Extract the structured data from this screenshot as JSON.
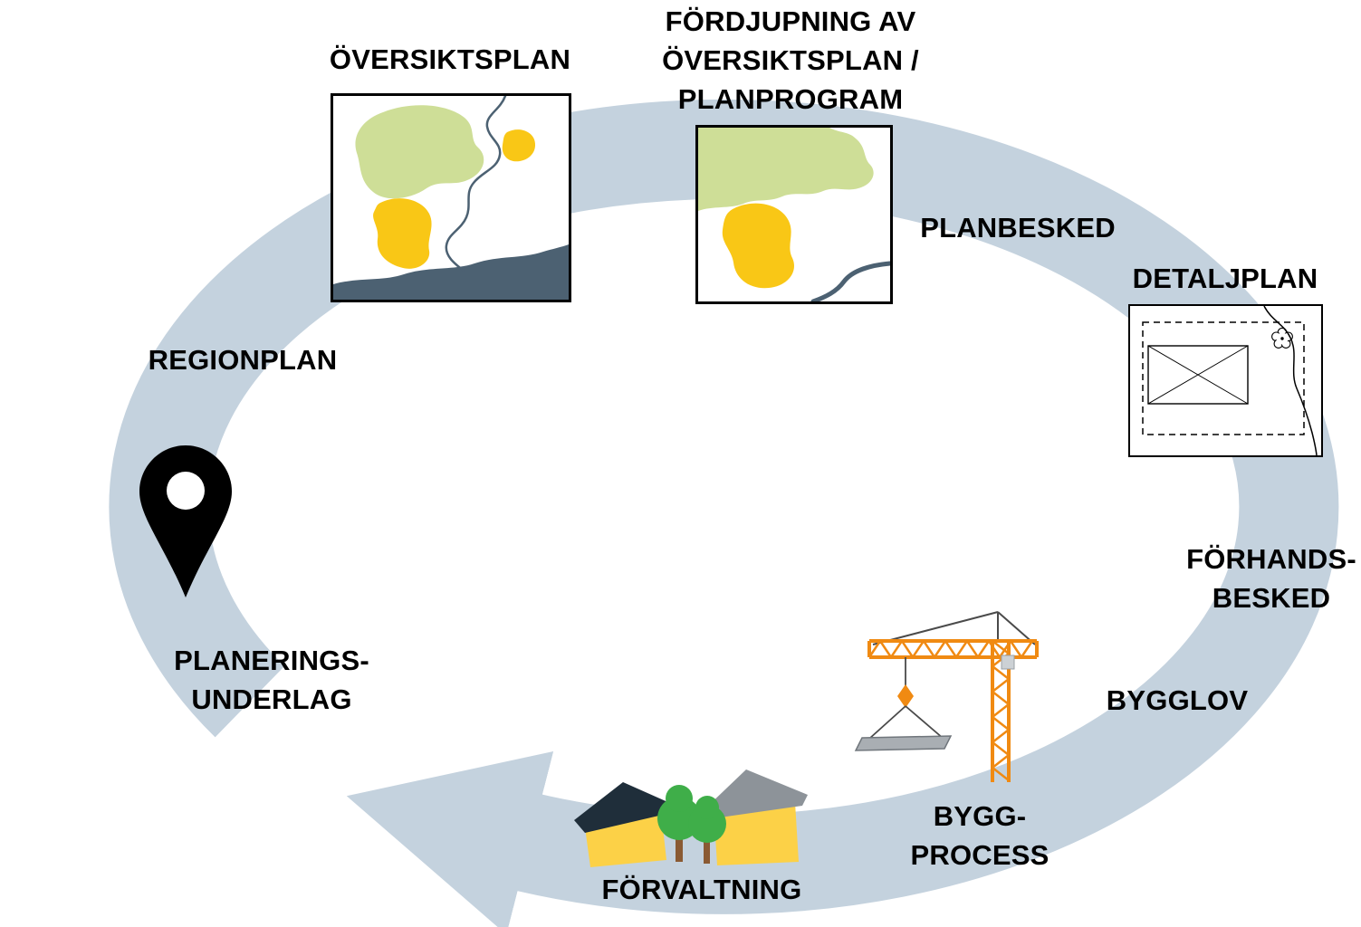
{
  "diagram": {
    "type": "planning-process-cycle",
    "labels": {
      "regionplan": "REGIONPLAN",
      "oversiktsplan": "ÖVERSIKTSPLAN",
      "fordjupning": [
        "FÖRDJUPNING AV",
        "ÖVERSIKTSPLAN /",
        "PLANPROGRAM"
      ],
      "planbesked": "PLANBESKED",
      "detaljplan": "DETALJPLAN",
      "forhandsbesked": [
        "FÖRHANDS-",
        "BESKED"
      ],
      "bygglov": "BYGGLOV",
      "byggprocess": [
        "BYGG-",
        "PROCESS"
      ],
      "forvaltning": "FÖRVALTNING",
      "planeringsunderlag": [
        "PLANERINGS-",
        "UNDERLAG"
      ]
    },
    "colors": {
      "ring": "#c4d2de",
      "map_green": "#cede97",
      "map_yellow": "#f9c716",
      "map_dark": "#4c6172",
      "crane_orange": "#f08a12",
      "cable_dark": "#4a4a4a",
      "slab_gray": "#a9aeb3",
      "tree_green": "#3fae49",
      "tree_trunk": "#8a5a33",
      "house_yellow": "#fcd147",
      "roof_dark": "#1f2e3a",
      "roof_gray": "#8d9399",
      "pin": "#000000",
      "text": "#000000"
    }
  }
}
